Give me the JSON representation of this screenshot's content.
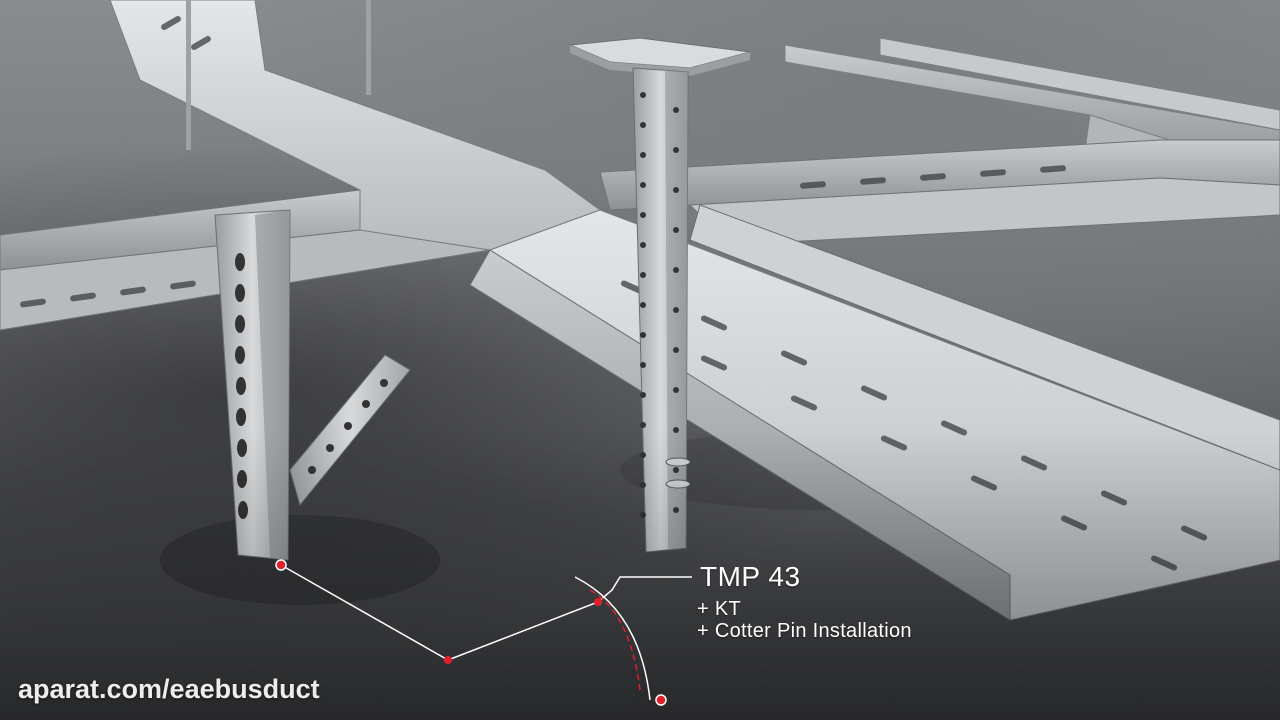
{
  "annotation": {
    "title": "TMP 43",
    "lines": [
      "+ KT",
      "+ Cotter Pin Installation"
    ]
  },
  "watermark": {
    "text": "aparat.com/eaebusduct"
  },
  "colors": {
    "accent": "#e0202a",
    "steel_light": "#d8dadc",
    "steel_mid": "#a9acaf",
    "steel_dark": "#6a6d70",
    "background": "#6f7173"
  }
}
